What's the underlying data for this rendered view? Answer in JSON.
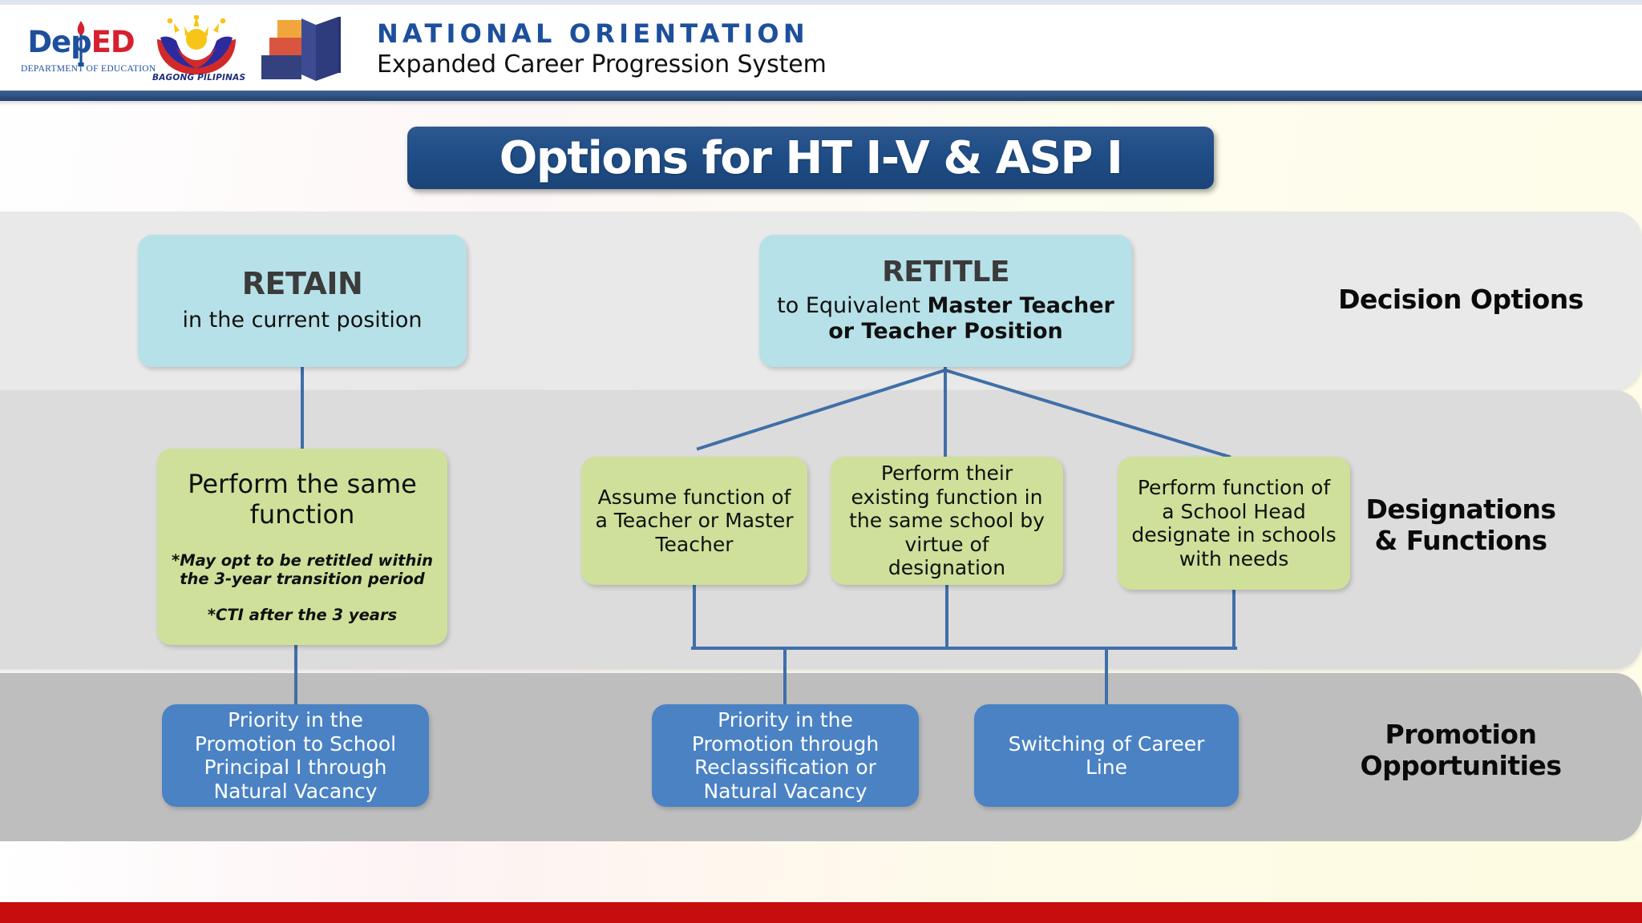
{
  "header": {
    "deped": {
      "wordmark_dep": "Dep",
      "wordmark_ed": "ED",
      "subtitle": "DEPARTMENT OF EDUCATION",
      "torch_icon": "torch-icon"
    },
    "bagong_pilipinas": {
      "subtitle": "BAGONG PILIPINAS",
      "icon": "bagong-pilipinas-sun-icon"
    },
    "ecps_mark": {
      "icon": "open-book-icon"
    },
    "title": "NATIONAL ORIENTATION",
    "subtitle": "Expanded Career Progression System"
  },
  "slide": {
    "title": "Options for HT I-V & ASP I"
  },
  "bands": [
    {
      "label": "Decision Options",
      "color": "#e9e9e9"
    },
    {
      "label": "Designations\n& Functions",
      "color": "#dcdcdc"
    },
    {
      "label": "Promotion\nOpportunities",
      "color": "#bebebe"
    }
  ],
  "nodes": {
    "retain": {
      "head": "RETAIN",
      "body": "in the current position"
    },
    "retitle": {
      "head": "RETITLE",
      "body_plain": "to Equivalent ",
      "body_bold": "Master Teacher or Teacher Position"
    },
    "same_function": {
      "body": "Perform the same function",
      "note1": "*May opt to be retitled within the 3-year transition period",
      "note2": "*CTI after the 3 years"
    },
    "assume": {
      "body": "Assume function of a Teacher or Master Teacher"
    },
    "existing": {
      "body": "Perform their existing function in the same school by virtue of designation"
    },
    "school_head": {
      "body": "Perform function of a School Head designate in schools with needs"
    },
    "priority_principal": {
      "body": "Priority in the Promotion to School Principal I through Natural Vacancy"
    },
    "priority_reclass": {
      "body": "Priority in the Promotion through Reclassification or Natural Vacancy"
    },
    "switching": {
      "body": "Switching of Career Line"
    }
  },
  "colors": {
    "banner_blue": "#1f4d86",
    "teal_box": "#b7e1e8",
    "green_box": "#cfe09a",
    "blue_box": "#4a82c4",
    "connector": "#3f6fa8",
    "footer_red": "#c70d0d",
    "header_blue": "#1d4f9c",
    "deped_red": "#d7202e"
  }
}
